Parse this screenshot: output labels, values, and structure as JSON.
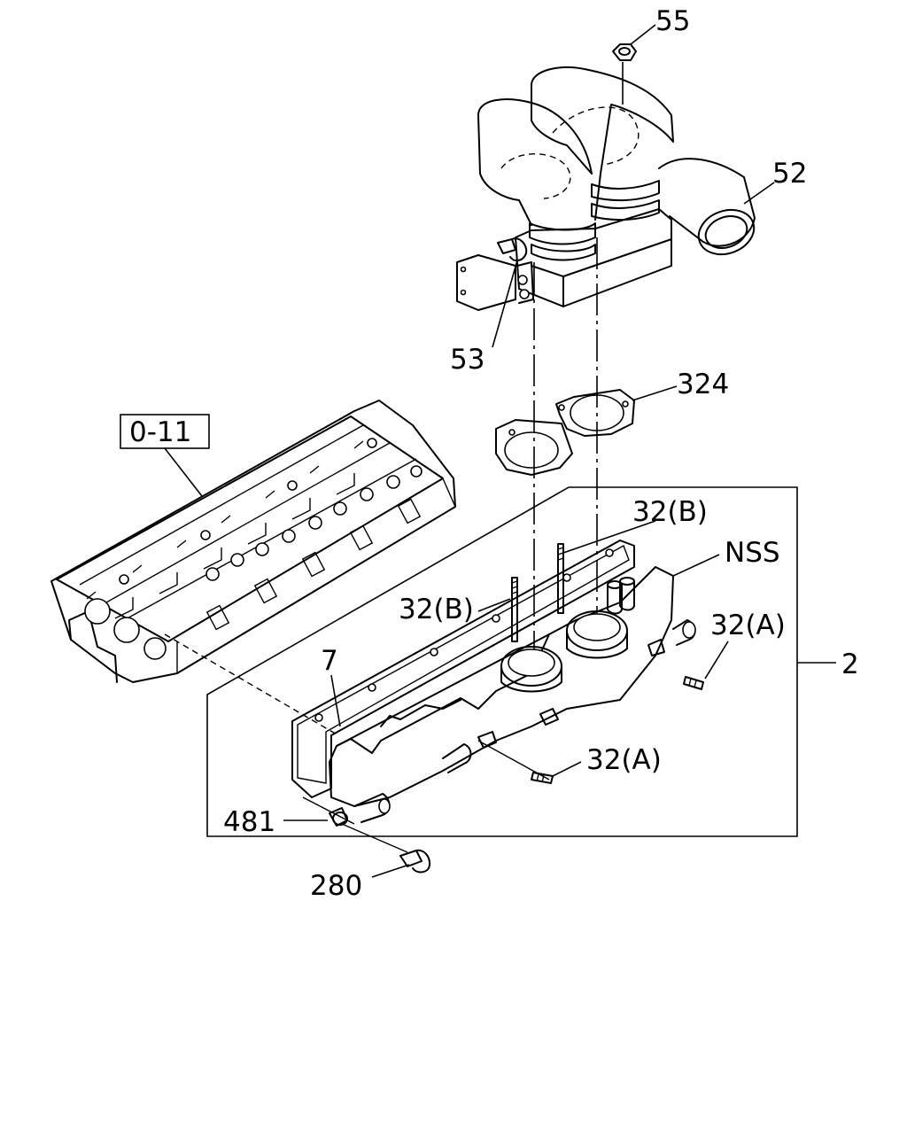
{
  "callouts": {
    "c55": "55",
    "c52": "52",
    "c53": "53",
    "c324": "324",
    "c011": "0-11",
    "c32b_top": "32(B)",
    "c32b_left": "32(B)",
    "cnss": "NSS",
    "c32a_right": "32(A)",
    "c2": "2",
    "c7": "7",
    "c32a_low": "32(A)",
    "c481": "481",
    "c280": "280"
  }
}
